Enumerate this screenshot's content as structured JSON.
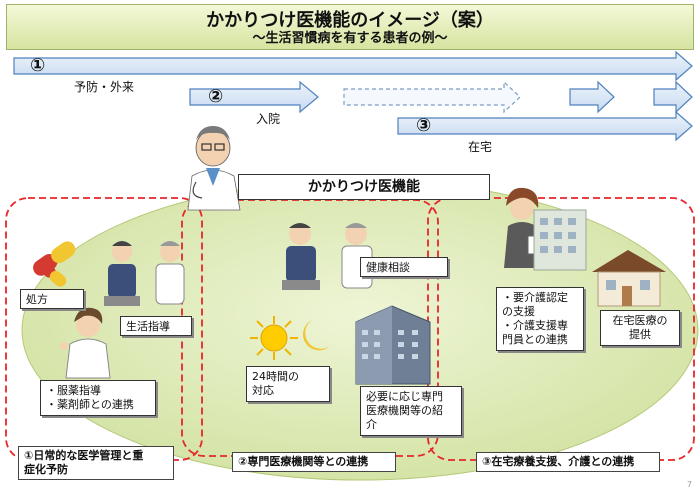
{
  "header": {
    "title": "かかりつけ医機能のイメージ（案）",
    "subtitle": "〜生活習慣病を有する患者の例〜"
  },
  "timeline": {
    "stage1": {
      "number": "①",
      "label": "予防・外来"
    },
    "stage2": {
      "number": "②",
      "label": "入院"
    },
    "stage3": {
      "number": "③",
      "label": "在宅"
    }
  },
  "center_banner": "かかりつけ医機能",
  "boxes": {
    "prescription": "処方",
    "lifestyle_guidance": "生活指導",
    "medication_guidance_1": "・服薬指導",
    "medication_guidance_2": "・薬剤師との連携",
    "health_consult": "健康相談",
    "allday_1": "24時間の",
    "allday_2": "対応",
    "referral_1": "必要に応じ専門",
    "referral_2": "医療機関等の紹",
    "referral_3": "介",
    "care_1": "・要介護認定",
    "care_2": "の支援",
    "care_3": "・介護支援専",
    "care_4": "門員との連携",
    "homecare_1": "在宅医療の",
    "homecare_2": "提供"
  },
  "captions": {
    "cap1_line1": "①日常的な医学管理と重",
    "cap1_line2": "症化予防",
    "cap2": "②専門医療機関等との連携",
    "cap3": "③在宅療養支援、介護との連携"
  },
  "page_number": "7",
  "colors": {
    "arrow_fill": "#dce8f6",
    "arrow_stroke": "#4f81bd",
    "ellipse_fill": "#e3edc2",
    "dashed_red": "#e8262a",
    "title_fill": "#d6e4a0"
  }
}
